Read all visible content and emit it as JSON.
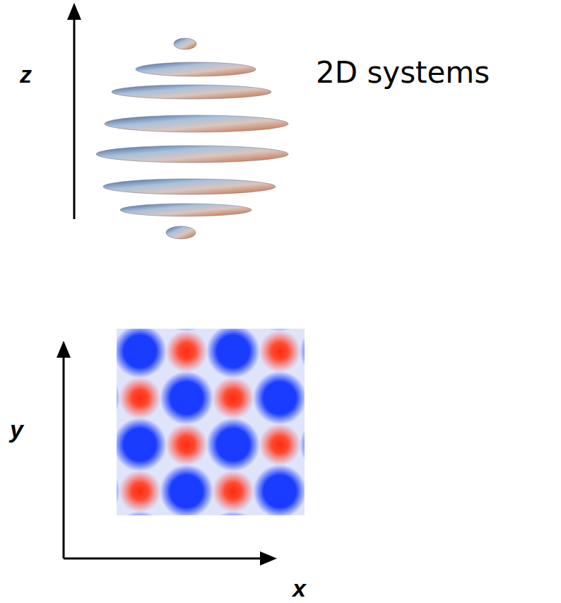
{
  "diagram": {
    "labels": [
      "z",
      "2D systems",
      "y",
      "x"
    ]
  }
}
